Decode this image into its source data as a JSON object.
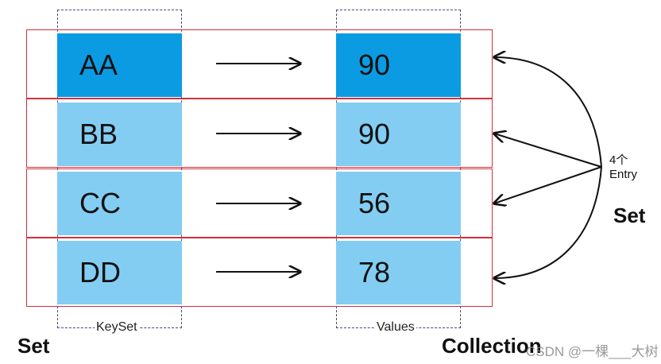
{
  "rows": [
    {
      "key": "AA",
      "value": "90",
      "highlight": true
    },
    {
      "key": "BB",
      "value": "90",
      "highlight": false
    },
    {
      "key": "CC",
      "value": "56",
      "highlight": false
    },
    {
      "key": "DD",
      "value": "78",
      "highlight": false
    }
  ],
  "labels": {
    "keyset": "KeySet",
    "values": "Values",
    "set_left": "Set",
    "collection": "Collection",
    "entry_count": "4个",
    "entry": "Entry",
    "set_right": "Set"
  },
  "watermark": "CSDN @一棵___大树",
  "colors": {
    "highlight": "#0b9be3",
    "normal": "#83cdf2",
    "row_border": "#d0303c",
    "dash": "#4a4a7a"
  }
}
